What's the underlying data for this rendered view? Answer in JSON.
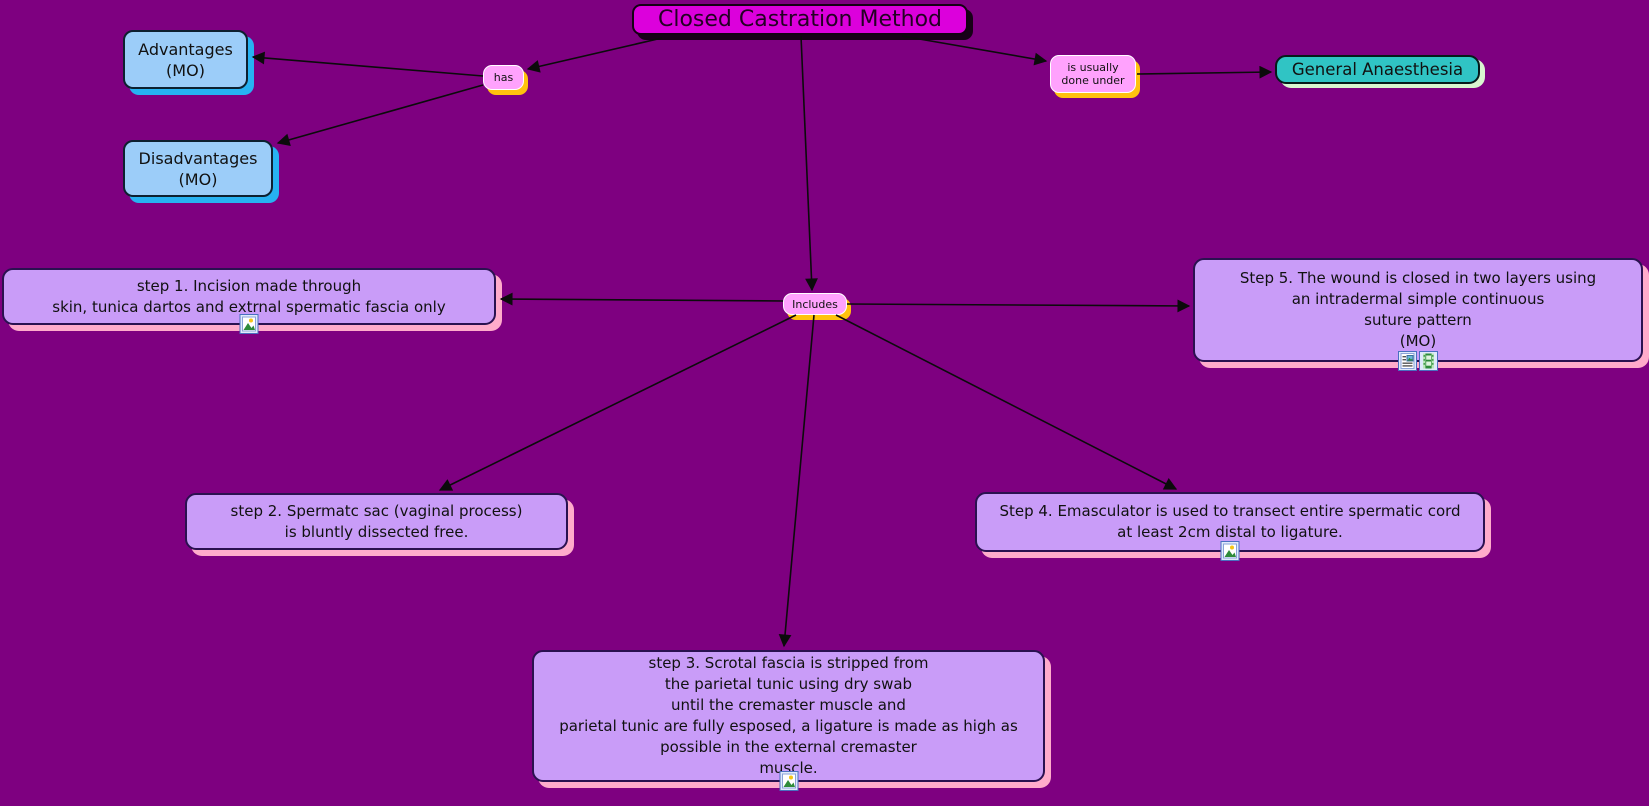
{
  "map_title": "Closed Castration Method",
  "colors": {
    "background": "#7e0080",
    "title_fill": "#dc00dc",
    "concept_blue_fill": "#9ccdf9",
    "concept_blue_shadow": "#27b2f2",
    "concept_teal_fill": "#30c4c4",
    "concept_teal_shadow": "#d9f6d0",
    "step_fill": "#c99cf8",
    "step_shadow": "#ffabcb",
    "link_fill": "#ffa2fd",
    "link_shadow": "#ffc20e",
    "line_color": "#0b0b0b"
  },
  "links": {
    "has": {
      "label": "has"
    },
    "is_usually_done_under": {
      "label": "is usually\ndone under"
    },
    "includes": {
      "label": "Includes"
    }
  },
  "concepts": {
    "title": {
      "label": "Closed Castration Method"
    },
    "advantages": {
      "label": "Advantages\n(MO)"
    },
    "disadvantages": {
      "label": "Disadvantages\n(MO)"
    },
    "general_anaesthesia": {
      "label": "General Anaesthesia"
    },
    "step1": {
      "label": "step 1. Incision made through\nskin, tunica dartos and extrnal spermatic fascia only",
      "attachment_icons": [
        "image-icon"
      ]
    },
    "step2": {
      "label": "step 2. Spermatc sac (vaginal process)\nis bluntly dissected free.",
      "attachment_icons": []
    },
    "step3": {
      "label": "step 3. Scrotal fascia is stripped from\nthe parietal tunic using dry swab\nuntil the cremaster muscle and\nparietal tunic are fully esposed, a ligature is made as high as\npossible in the external cremaster\nmuscle.",
      "attachment_icons": [
        "image-icon"
      ]
    },
    "step4": {
      "label": "Step 4. Emasculator is used to transect entire spermatic cord\nat least 2cm distal to ligature.",
      "attachment_icons": [
        "image-icon"
      ]
    },
    "step5": {
      "label": "Step 5. The wound is closed in two layers using\nan intradermal simple continuous\nsuture pattern\n(MO)",
      "attachment_icons": [
        "document-image-icon",
        "film-icon"
      ]
    }
  }
}
